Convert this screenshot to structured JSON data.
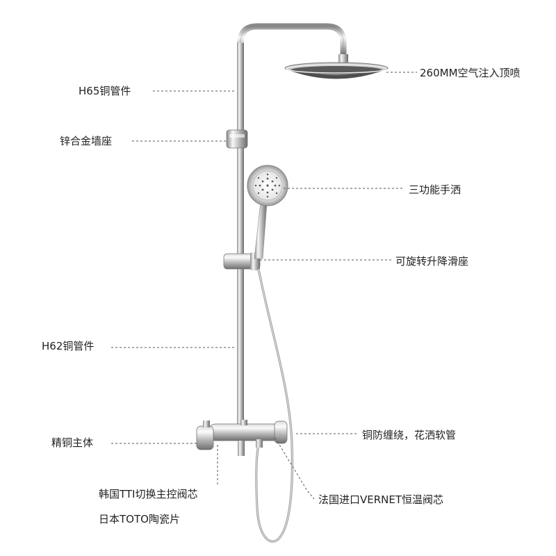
{
  "labels": {
    "h65_pipe": "H65铜管件",
    "wall_mount": "锌合金墙座",
    "h62_pipe": "H62铜管件",
    "brass_body": "精铜主体",
    "korea_valve": "韩国TTI切换主控阀芯",
    "toto_cartridge": "日本TOTO陶瓷片",
    "top_shower": "260MM空气注入顶喷",
    "hand_shower": "三功能手洒",
    "slide_seat": "可旋转升降滑座",
    "hose": "铜防缠绕，花洒软管",
    "vernet_valve": "法国进口VERNET恒温阀芯"
  },
  "colors": {
    "chrome_light": "#f4f4f4",
    "chrome_mid": "#b9b9b9",
    "chrome_dark": "#6e6e6e",
    "leader_line": "#555555",
    "text": "#222222"
  }
}
